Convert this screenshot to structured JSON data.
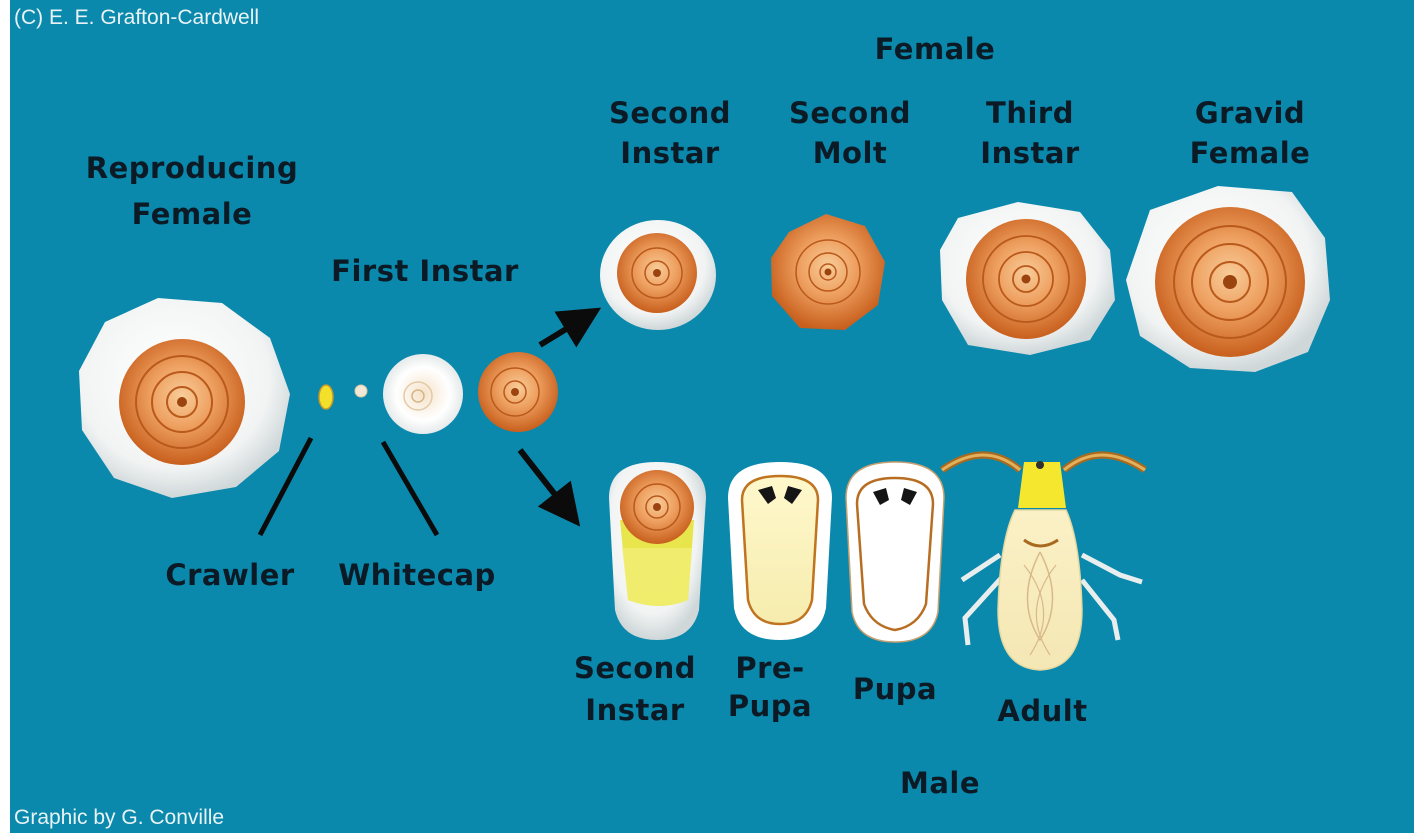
{
  "copyright": "(C) E. E. Grafton-Cardwell",
  "graphic_credit": "Graphic by G. Conville",
  "labels": {
    "reproducing_female": {
      "line1": "Reproducing",
      "line2": "Female"
    },
    "first_instar": "First Instar",
    "crawler": "Crawler",
    "whitecap": "Whitecap",
    "female_header": "Female",
    "female_second_instar": {
      "line1": "Second",
      "line2": "Instar"
    },
    "second_molt": {
      "line1": "Second",
      "line2": "Molt"
    },
    "third_instar": {
      "line1": "Third",
      "line2": "Instar"
    },
    "gravid_female": {
      "line1": "Gravid",
      "line2": "Female"
    },
    "male_second_instar": {
      "line1": "Second",
      "line2": "Instar"
    },
    "pre_pupa": {
      "line1": "Pre-",
      "line2": "Pupa"
    },
    "pupa": "Pupa",
    "adult": "Adult",
    "male_header": "Male"
  },
  "colors": {
    "background": "#0a89ad",
    "scale_orange": "#d9772e",
    "scale_light": "#f6c08a",
    "waxy_cover": "#eef2f2",
    "label_text": "#0b1a24"
  }
}
